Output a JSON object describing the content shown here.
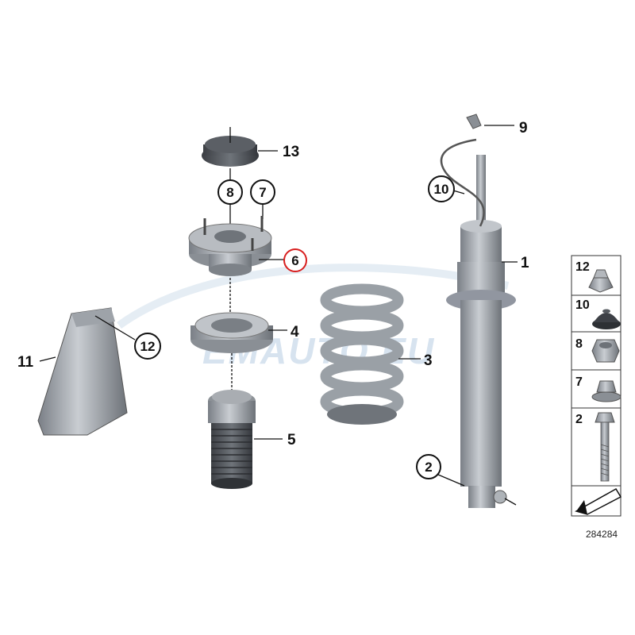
{
  "callouts": {
    "c1": "1",
    "c2": "2",
    "c3": "3",
    "c4": "4",
    "c5": "5",
    "c6": "6",
    "c7": "7",
    "c8": "8",
    "c9": "9",
    "c10": "10",
    "c11": "11",
    "c12": "12",
    "c13": "13"
  },
  "highlight_color": "#d81e1e",
  "legend": {
    "items": [
      "12",
      "10",
      "8",
      "7",
      "2"
    ]
  },
  "reference": "284284",
  "watermark": "EMAUTO.EU"
}
